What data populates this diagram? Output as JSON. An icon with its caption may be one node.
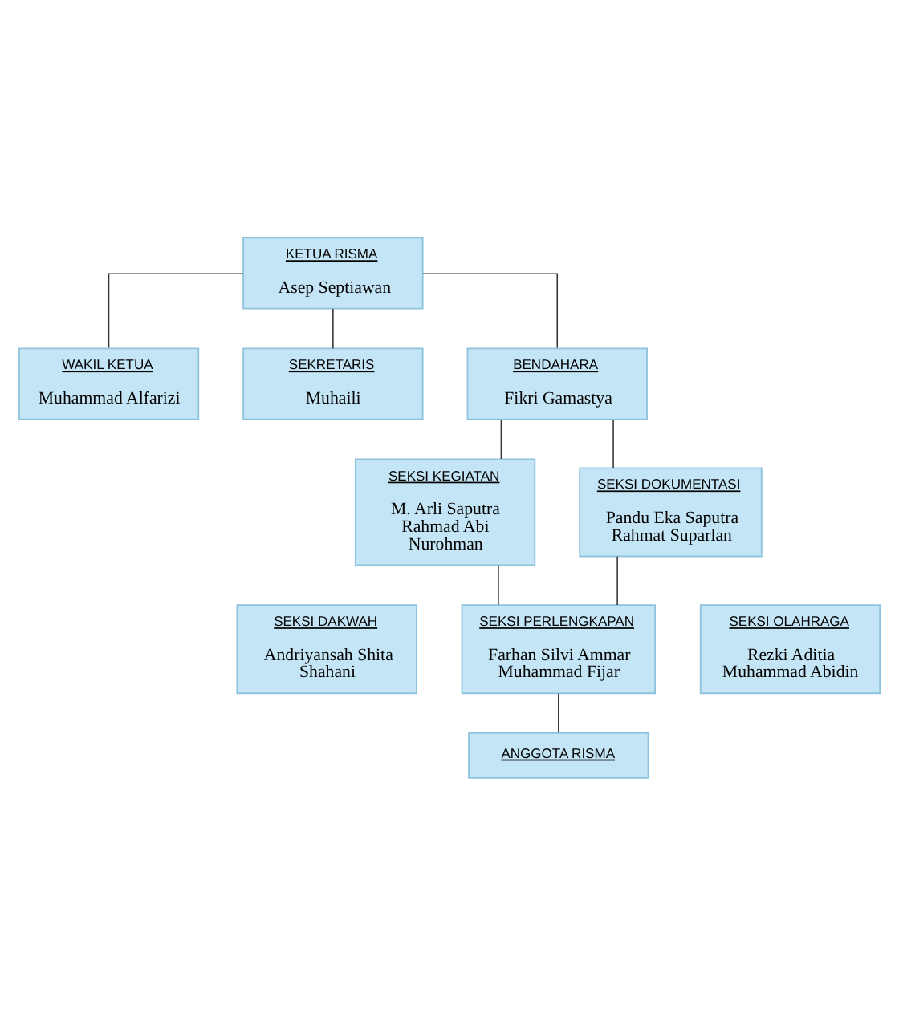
{
  "diagram": {
    "nodes": [
      {
        "text": [
          "KETUA RISMA",
          "Asep Septiawan"
        ]
      },
      {
        "text": [
          "WAKIL KETUA",
          "Muhammad Alfarizi"
        ]
      },
      {
        "text": [
          "SEKRETARIS",
          "Muhaili"
        ]
      },
      {
        "text": [
          "BENDAHARA",
          "Fikri Gamastya"
        ]
      },
      {
        "text": [
          "SEKSI KEGIATAN",
          "M. Arli Saputra Rahmad Abi Nurohman"
        ]
      },
      {
        "text": [
          "SEKSI DOKUMENTASI",
          "Pandu Eka Saputra Rahmat Suparlan"
        ]
      },
      {
        "text": [
          "SEKSI DAKWAH",
          "Andriyansah Shita Shahani"
        ]
      },
      {
        "text": [
          "SEKSI PERLENGKAPAN",
          "Farhan Silvi Ammar Muhammad Fijar"
        ]
      },
      {
        "text": [
          "SEKSI OLAHRAGA",
          "Rezki Aditia Muhammad Abidin"
        ]
      },
      {
        "text": [
          "ANGGOTA RISMA"
        ]
      }
    ],
    "edges": [
      {
        "from": 0,
        "to": 1,
        "arrow": "none"
      },
      {
        "from": 0,
        "to": 2,
        "arrow": "none"
      },
      {
        "from": 0,
        "to": 3,
        "arrow": "none"
      },
      {
        "from": 3,
        "to": 4,
        "arrow": "none"
      },
      {
        "from": 3,
        "to": 5,
        "arrow": "none"
      },
      {
        "from": 4,
        "to": 7,
        "arrow": "none"
      },
      {
        "from": 5,
        "to": 7,
        "arrow": "none"
      },
      {
        "from": 7,
        "to": 9,
        "arrow": "none"
      }
    ]
  }
}
